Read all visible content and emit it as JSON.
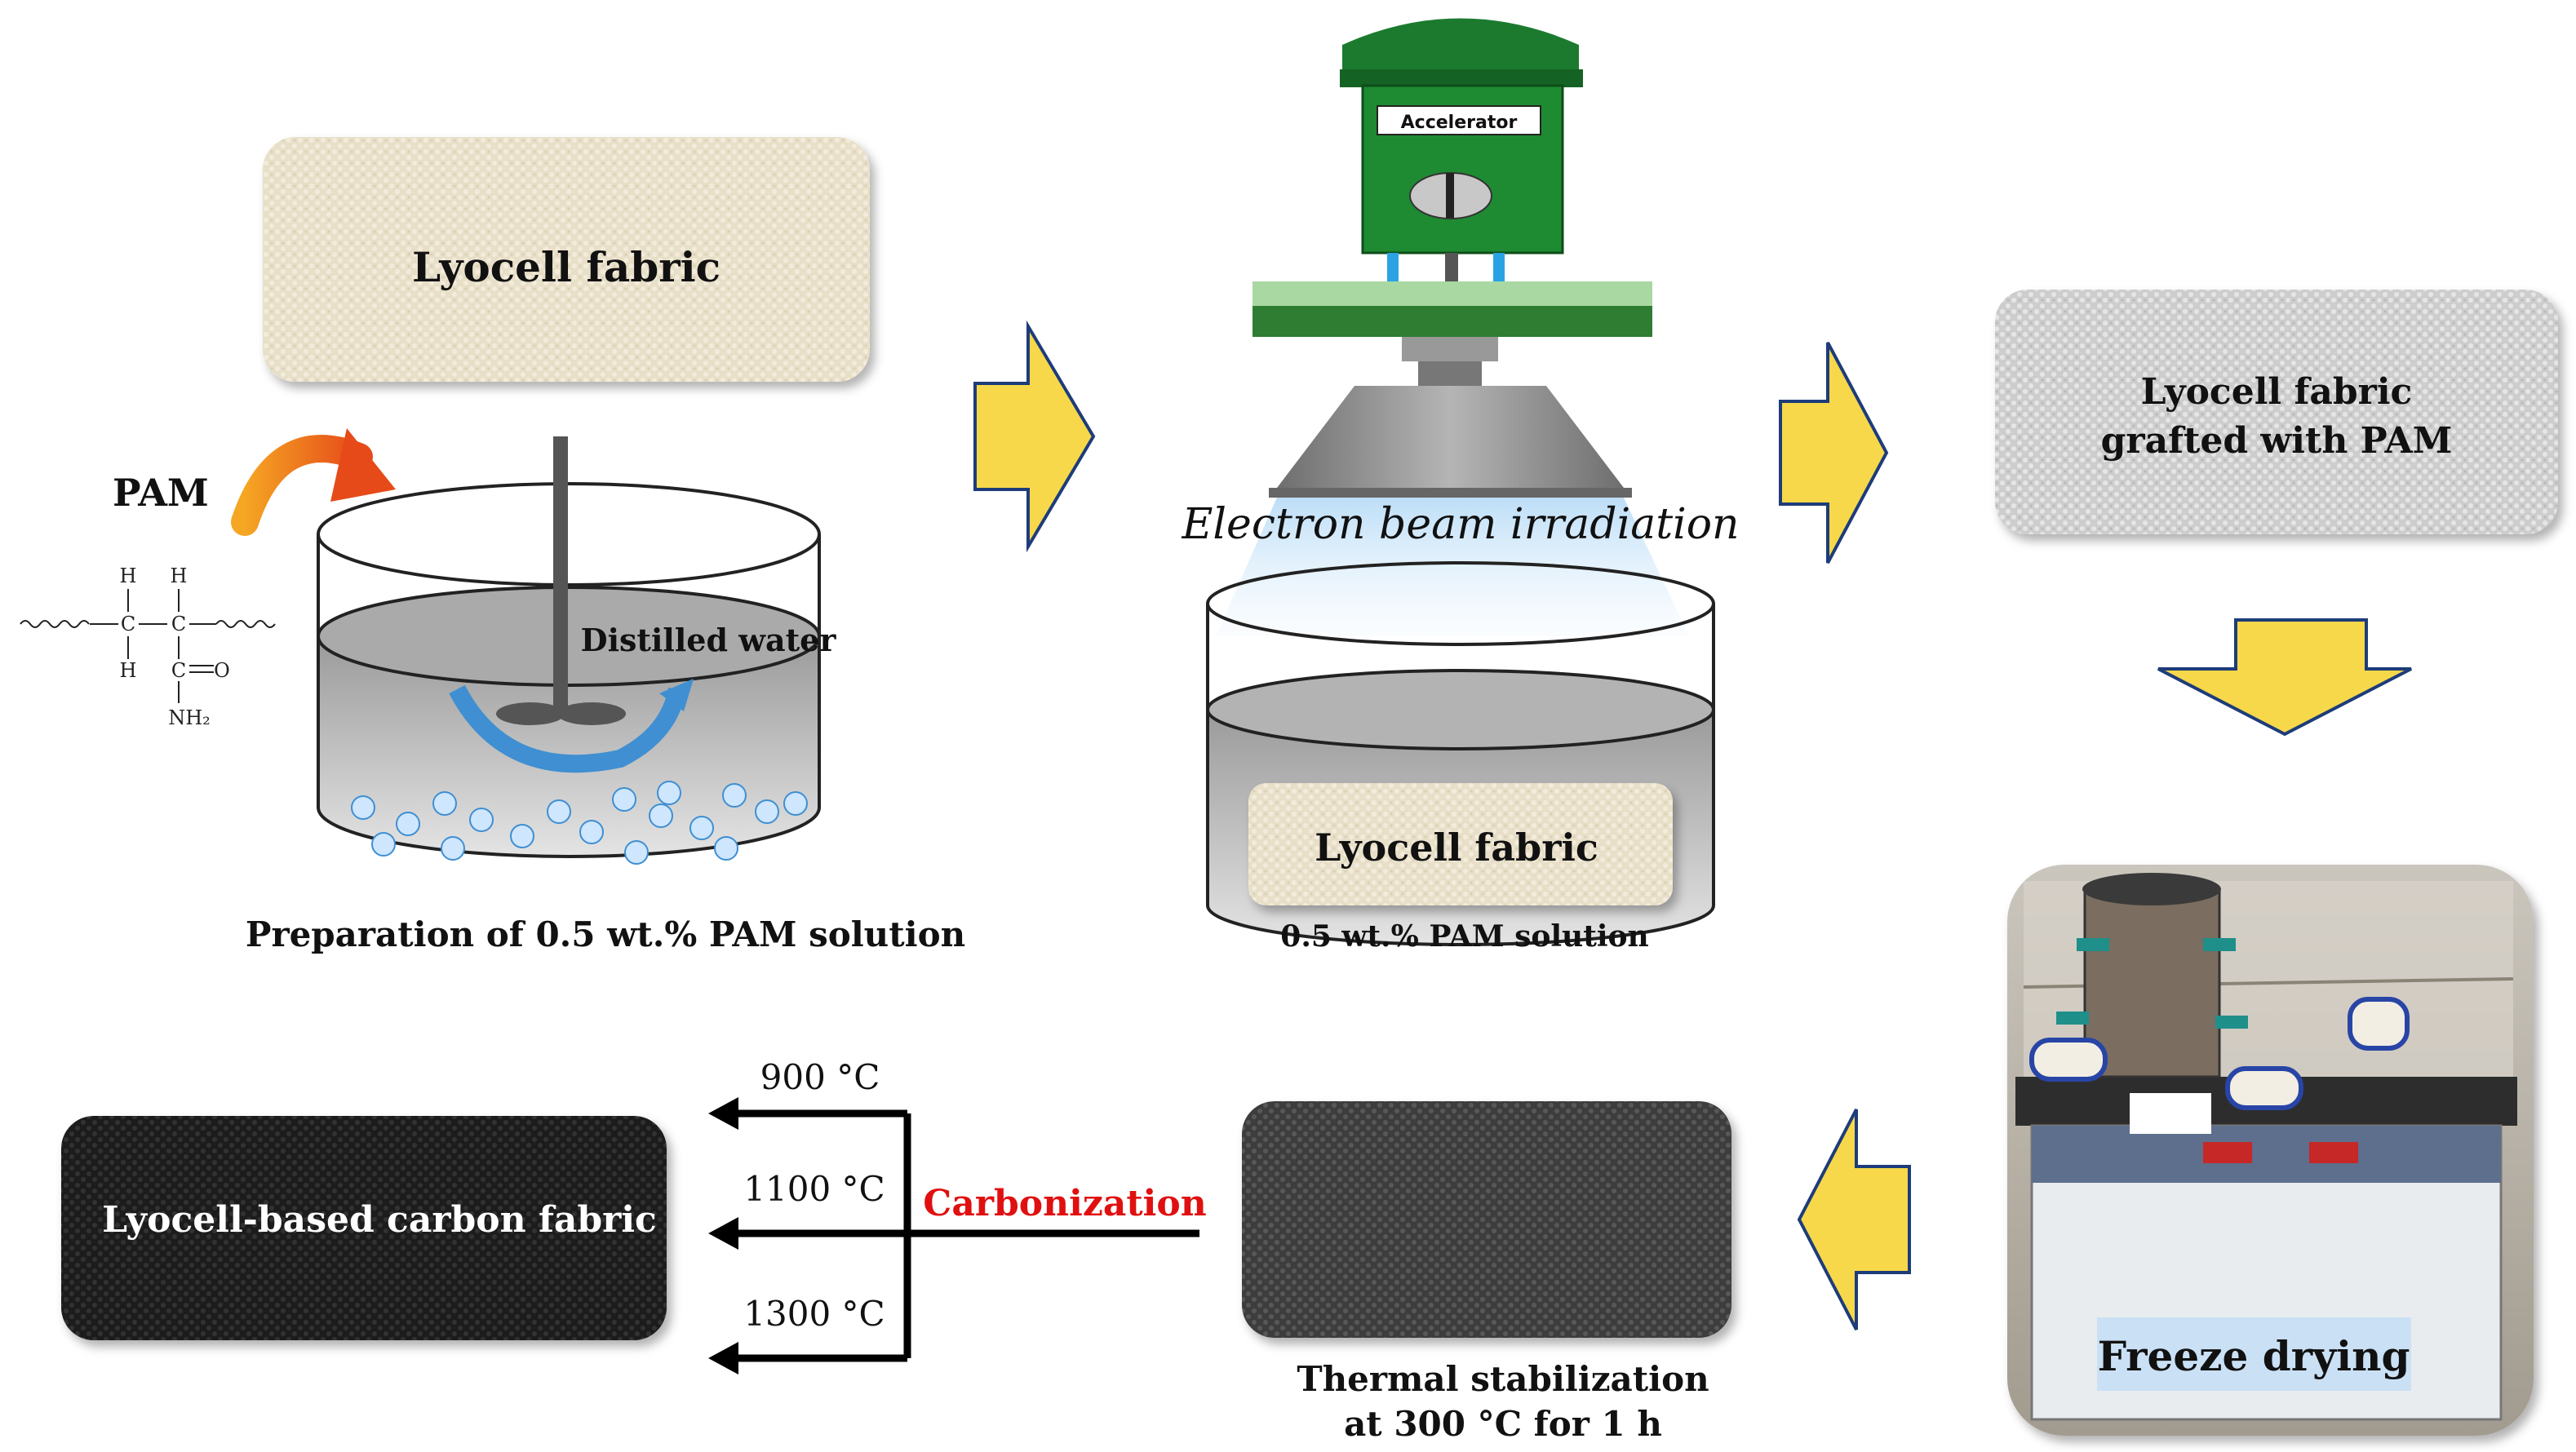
{
  "colors": {
    "arrow_fill": "#f7d84a",
    "arrow_stroke": "#1d3c7a",
    "fabric_beige": "#e9e1cc",
    "fabric_gray": "#cfcfcf",
    "fabric_dark": "#333333",
    "accelerator_green": "#2e7d32",
    "carbonization_red": "#e01010"
  },
  "step1": {
    "fabric_label": "Lyocell fabric",
    "pam_label": "PAM",
    "water_label": "Distilled water",
    "caption": "Preparation of 0.5 wt.% PAM solution",
    "structure": {
      "h_top_left": "H",
      "h_top_right": "H",
      "c_left": "C",
      "c_right": "C",
      "h_bottom_left": "H",
      "c_carbonyl": "C",
      "o_label": "O",
      "nh2_label": "NH₂"
    }
  },
  "step2": {
    "accelerator_label": "Accelerator",
    "irradiation_label": "Electron beam irradiation",
    "fabric_label": "Lyocell fabric",
    "solution_label": "0.5 wt.% PAM solution"
  },
  "step3": {
    "fabric_label_line1": "Lyocell fabric",
    "fabric_label_line2": "grafted with PAM"
  },
  "step4": {
    "label": "Freeze drying"
  },
  "step5": {
    "caption_line1": "Thermal stabilization",
    "caption_line2": "at 300 °C for 1 h"
  },
  "step6": {
    "process_label": "Carbonization",
    "temps": [
      "900 °C",
      "1100 °C",
      "1300 °C"
    ],
    "fabric_label": "Lyocell-based carbon fabric"
  }
}
